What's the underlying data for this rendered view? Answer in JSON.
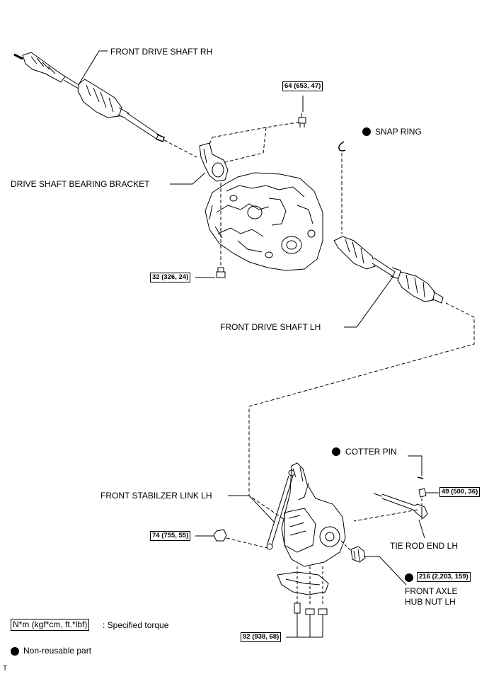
{
  "labels": {
    "front_drive_shaft_rh": "FRONT DRIVE SHAFT RH",
    "drive_shaft_bearing_bracket": "DRIVE SHAFT BEARING BRACKET",
    "snap_ring": "SNAP RING",
    "front_drive_shaft_lh": "FRONT DRIVE SHAFT LH",
    "cotter_pin": "COTTER PIN",
    "front_stabilizer_link_lh": "FRONT STABILZER LINK LH",
    "tie_rod_end_lh": "TIE ROD END LH",
    "front_axle_hub_nut_lh_line1": "FRONT AXLE",
    "front_axle_hub_nut_lh_line2": "HUB NUT LH"
  },
  "torques": {
    "bracket_bolt": "64 (653, 47)",
    "transaxle_bolt": "32 (326, 24)",
    "tie_rod_nut": "49 (500, 36)",
    "stabilizer_nut": "74 (755, 55)",
    "hub_nut": "216 (2,203, 159)",
    "lower_arm_bolts": "92 (938, 68)"
  },
  "legend": {
    "torque_unit": "N*m (kgf*cm, ft.*lbf)",
    "torque_desc": ": Specified torque",
    "non_reusable": "Non-reusable part"
  },
  "corner_mark": "T"
}
